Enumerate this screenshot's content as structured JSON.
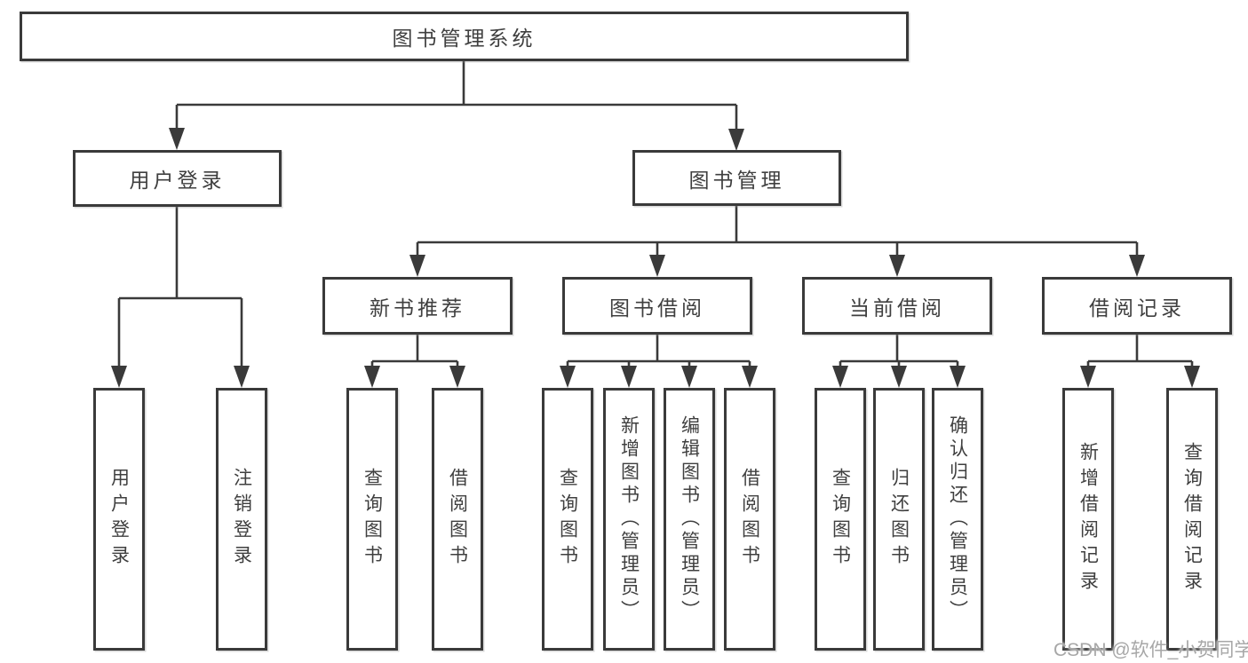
{
  "diagram": {
    "root": {
      "label": "图书管理系统"
    },
    "level2": [
      {
        "label": "用户登录"
      },
      {
        "label": "图书管理"
      }
    ],
    "level3": [
      {
        "label": "新书推荐"
      },
      {
        "label": "图书借阅"
      },
      {
        "label": "当前借阅"
      },
      {
        "label": "借阅记录"
      }
    ],
    "leaves": {
      "user_login": [
        "用户登录",
        "注销登录"
      ],
      "new_book_recommend": [
        "查询图书",
        "借阅图书"
      ],
      "book_borrow": [
        "查询图书",
        "新增图书（管理员）",
        "编辑图书（管理员）",
        "借阅图书"
      ],
      "current_borrow": [
        "查询图书",
        "归还图书",
        "确认归还（管理员）"
      ],
      "borrow_records": [
        "新增借阅记录",
        "查询借阅记录"
      ]
    }
  },
  "watermark": {
    "text": "CSDN @软件_小贺同学"
  },
  "colors": {
    "line": "#3a3a3a",
    "text": "#3f3f3f",
    "watermark": "#a7a7a7",
    "background": "#ffffff"
  }
}
